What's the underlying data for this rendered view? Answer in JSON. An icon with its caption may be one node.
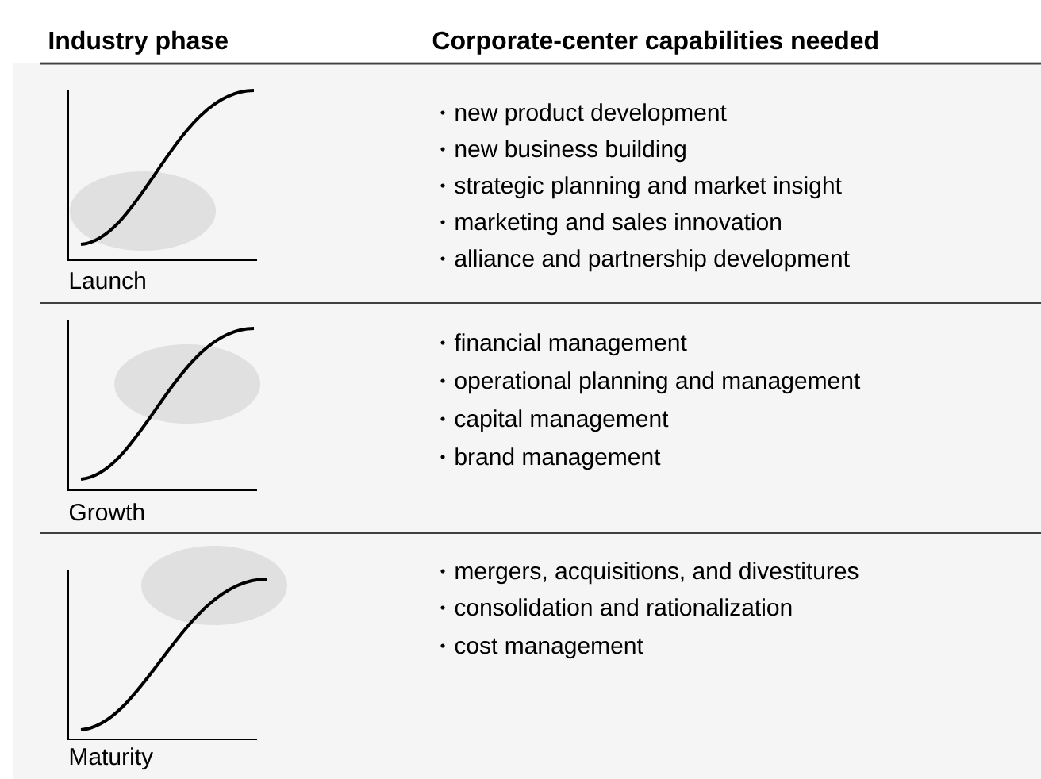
{
  "diagram": {
    "labels": [
      "Industry phase",
      "Corporate-center capabilities needed",
      "Launch",
      "new product development",
      "new business building",
      "strategic planning and market insight",
      "marketing and sales innovation",
      "alliance and partnership development",
      "Growth",
      "financial management",
      "operational planning and management",
      "capital management",
      "brand management",
      "Maturity",
      "mergers, acquisitions, and divestitures",
      "consolidation and rationalization",
      "cost management"
    ]
  }
}
